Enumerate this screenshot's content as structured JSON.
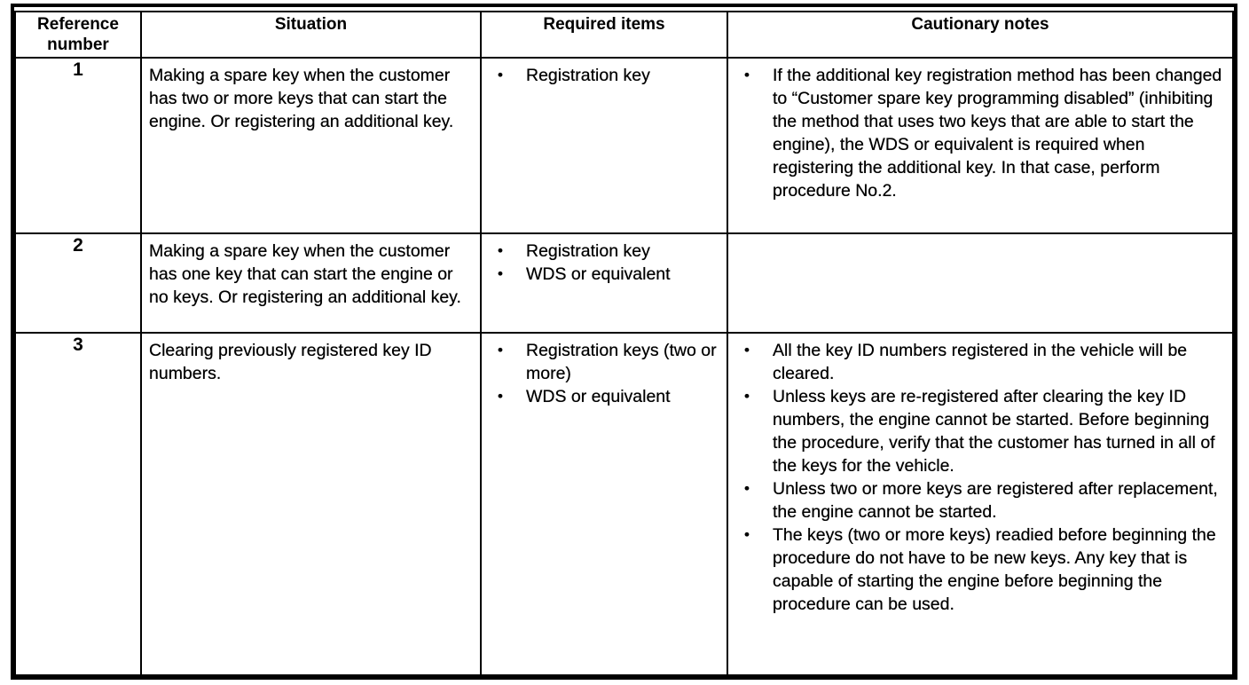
{
  "icons": {
    "bullet": "•"
  },
  "table": {
    "headers": [
      "Reference number",
      "Situation",
      "Required items",
      "Cautionary notes"
    ],
    "rows": [
      {
        "ref": "1",
        "situation": "Making a spare key when the customer has two or more keys that can start the engine. Or registering an additional key.",
        "required_items": [
          "Registration key"
        ],
        "cautionary_notes": [
          "If the additional key registration method has been changed to “Customer spare key programming disabled” (inhibiting the method that uses two keys that are able to start the engine), the WDS or equivalent is required when registering the additional key. In that case, perform procedure No.2."
        ]
      },
      {
        "ref": "2",
        "situation": "Making a spare key when the customer has one key that can start the engine or no keys. Or registering an additional key.",
        "required_items": [
          "Registration key",
          "WDS or equivalent"
        ],
        "cautionary_notes": []
      },
      {
        "ref": "3",
        "situation": "Clearing previously registered key ID numbers.",
        "required_items": [
          "Registration keys (two or more)",
          "WDS or equivalent"
        ],
        "cautionary_notes": [
          "All the key ID numbers registered in the vehicle will be cleared.",
          "Unless keys are re-registered after clearing the key ID numbers, the engine cannot be started. Before beginning the procedure, verify that the customer has turned in all of the keys for the vehicle.",
          "Unless two or more keys are registered after replacement, the engine cannot be started.",
          "The keys (two or more keys) readied before beginning the procedure do not have to be new keys. Any key that is capable of starting the engine before beginning the procedure can be used."
        ]
      }
    ]
  }
}
